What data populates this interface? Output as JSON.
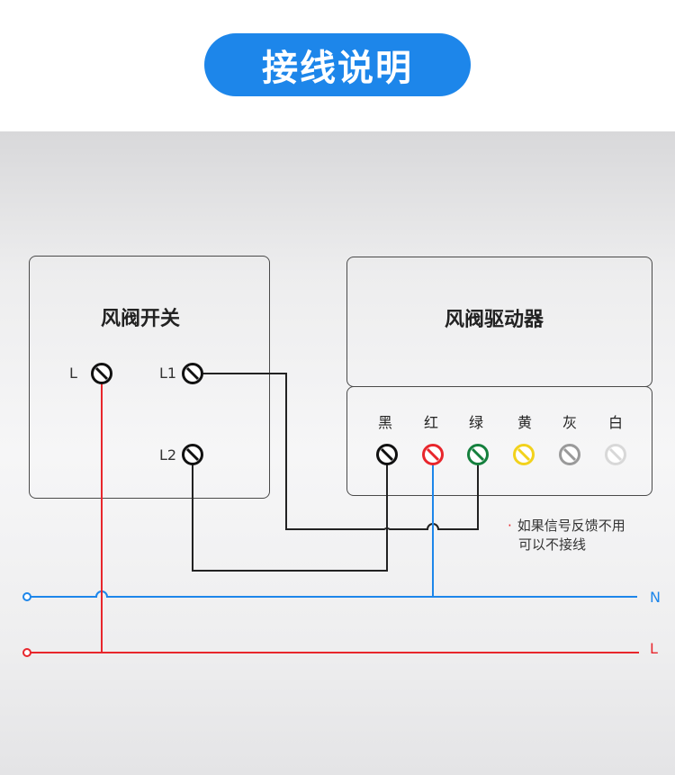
{
  "title": "接线说明",
  "switch_box": {
    "title": "风阀开关",
    "terminals": {
      "l": "L",
      "l1": "L1",
      "l2": "L2"
    }
  },
  "driver_box": {
    "title": "风阀驱动器",
    "wires": [
      {
        "label": "黑",
        "color": "#111111"
      },
      {
        "label": "红",
        "color": "#e8262c"
      },
      {
        "label": "绿",
        "color": "#15803d"
      },
      {
        "label": "黄",
        "color": "#f2d21c"
      },
      {
        "label": "灰",
        "color": "#9a9a9a"
      },
      {
        "label": "白",
        "color": "#d8d8d8"
      }
    ]
  },
  "note": {
    "line1": "如果信号反馈不用",
    "line2": "可以不接线"
  },
  "lines": {
    "n": "N",
    "l": "L"
  },
  "colors": {
    "accent": "#1d86ea",
    "live": "#e8262c",
    "neutral": "#1d86ea",
    "wire": "#222222"
  }
}
